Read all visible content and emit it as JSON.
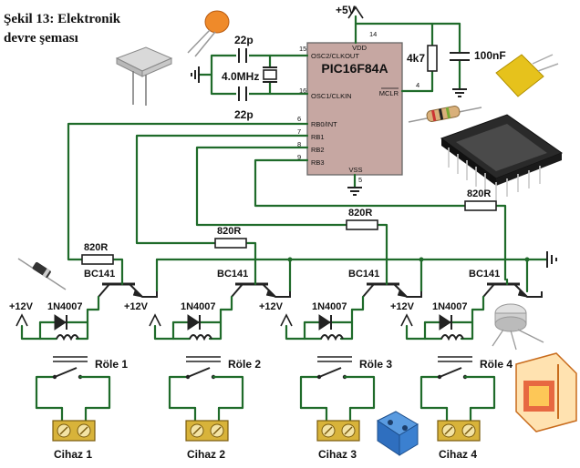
{
  "caption": {
    "line1": "Şekil 13: Elektronik",
    "line2": "devre şeması"
  },
  "supply": {
    "top": "+5V",
    "rail12": "+12V"
  },
  "mcu": {
    "name": "PIC16F84A",
    "pins": {
      "vdd": "VDD",
      "osc2": "OSC2/CLKOUT",
      "osc1": "OSC1/CLKIN",
      "mclr": "MCLR",
      "rb0": "RB0/INT",
      "rb1": "RB1",
      "rb2": "RB2",
      "rb3": "RB3",
      "vss": "VSS"
    },
    "pin_numbers": {
      "vdd": "14",
      "osc2": "15",
      "osc1": "16",
      "mclr": "4",
      "rb0": "6",
      "rb1": "7",
      "rb2": "8",
      "rb3": "9",
      "vss": "5"
    }
  },
  "components": {
    "cap_top": "22p",
    "cap_bottom": "22p",
    "crystal": "4.0MHz",
    "pullup": "4k7",
    "decoupling": "100nF",
    "base_resistor": "820R",
    "transistor": "BC141",
    "diode": "1N4007"
  },
  "channels": [
    {
      "relay": "Röle 1",
      "device": "Cihaz 1"
    },
    {
      "relay": "Röle 2",
      "device": "Cihaz 2"
    },
    {
      "relay": "Röle 3",
      "device": "Cihaz 3"
    },
    {
      "relay": "Röle 4",
      "device": "Cihaz 4"
    }
  ],
  "colors": {
    "wire": "#1f6b2a",
    "ic_body": "#c6a7a2",
    "terminal": "#d8b33a",
    "cap_disc": "#ef8a2a"
  }
}
